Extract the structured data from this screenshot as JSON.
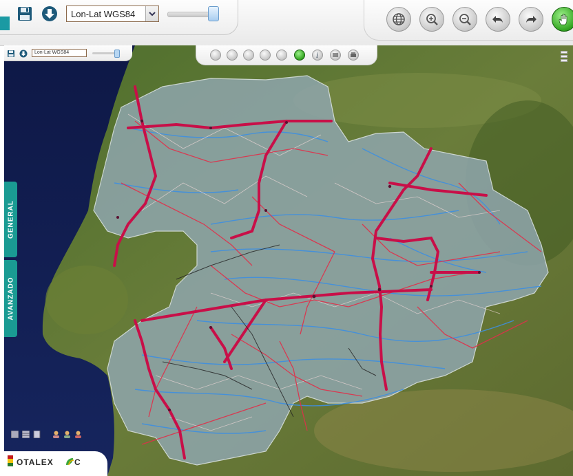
{
  "toolbar": {
    "projection_selected": "Lon-Lat WGS84",
    "zoom_slider_level": 0.88
  },
  "inner_toolbar": {
    "projection_selected": "Lon-Lat WGS84",
    "zoom_slider_level": 0.88
  },
  "side_tabs": {
    "general": "GENERAL",
    "avanzado": "AVANZADO"
  },
  "logo": {
    "text": "OTALEX",
    "suffix": "C"
  },
  "icons": [
    "save-icon",
    "download-icon",
    "globe-icon",
    "zoom-in-icon",
    "zoom-out-icon",
    "undo-icon",
    "redo-icon",
    "pan-hand-icon",
    "info-icon",
    "layers-icon",
    "print-icon",
    "menu-icon"
  ],
  "colors": {
    "accent_teal": "#1a9b93",
    "pan_green": "#33a520",
    "roads_red": "#d0103c",
    "rivers_blue": "#3e8fe0",
    "sea": "#101a4a"
  }
}
